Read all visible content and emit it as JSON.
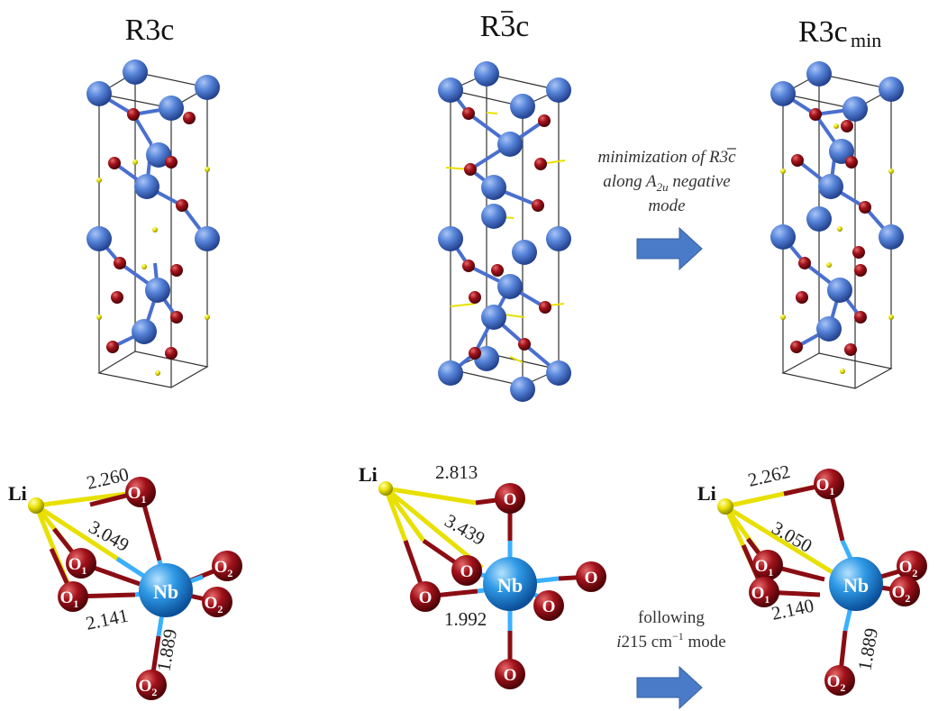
{
  "titles": {
    "r3c": "R3c",
    "r3barc": "R3c",
    "r3cmin_main": "R3c",
    "r3cmin_sub": "min"
  },
  "arrow_top": {
    "line1": "minimization of R3c",
    "line2": "along A",
    "line2_sub": "2u",
    "line2_tail": " negative",
    "line3": "mode"
  },
  "arrow_bottom": {
    "line1": "following",
    "line2_italic": "i",
    "line2_main": "215 cm",
    "line2_sup": "−1",
    "line2_tail": " mode"
  },
  "clusters": {
    "left": {
      "li": "Li",
      "d1": "2.260",
      "d2": "3.049",
      "d3": "2.141",
      "d4": "1.889",
      "o1": "O",
      "o1_sub": "1",
      "o2": "O",
      "o2_sub": "2",
      "nb": "Nb"
    },
    "middle": {
      "li": "Li",
      "d1": "2.813",
      "d2": "3.439",
      "d3": "1.992",
      "o": "O",
      "nb": "Nb"
    },
    "right": {
      "li": "Li",
      "d1": "2.262",
      "d2": "3.050",
      "d3": "2.140",
      "d4": "1.889",
      "o1": "O",
      "o1_sub": "1",
      "o2": "O",
      "o2_sub": "2",
      "nb": "Nb"
    }
  },
  "colors": {
    "nb_atom": "#3a9be0",
    "nb_cell_atom": "#4f7fd6",
    "o_atom": "#8b0d14",
    "li_atom": "#e8e000",
    "arrow": "#4a7bc8",
    "cell_line": "#333333"
  }
}
